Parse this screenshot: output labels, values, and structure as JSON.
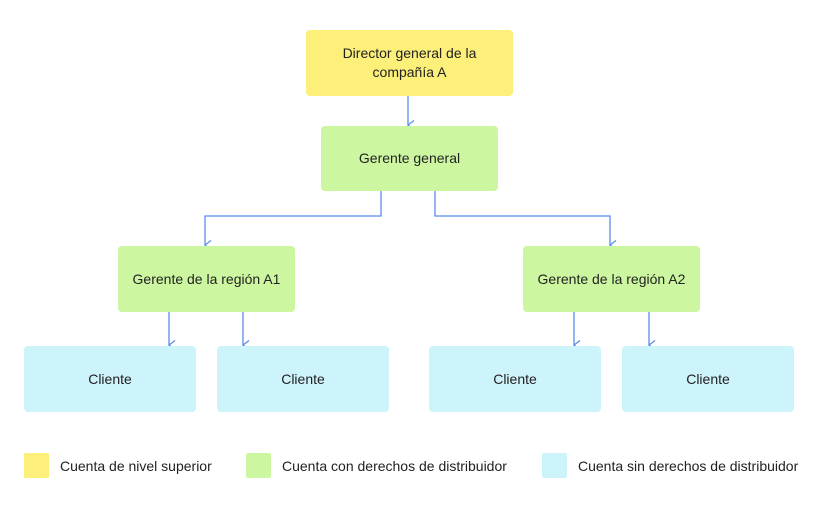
{
  "nodes": {
    "director": "Director general de la compañía A",
    "general_manager": "Gerente general",
    "region_a1": "Gerente de la región A1",
    "region_a2": "Gerente de la región A2",
    "client_1": "Cliente",
    "client_2": "Cliente",
    "client_3": "Cliente",
    "client_4": "Cliente"
  },
  "legend": [
    {
      "label": "Cuenta de nivel superior",
      "color": "#fcef7a"
    },
    {
      "label": "Cuenta con derechos de distribuidor",
      "color": "#ccf7a0"
    },
    {
      "label": "Cuenta sin derechos de distribuidor",
      "color": "#cdf3fb"
    }
  ],
  "colors": {
    "connector": "#5b8def"
  }
}
